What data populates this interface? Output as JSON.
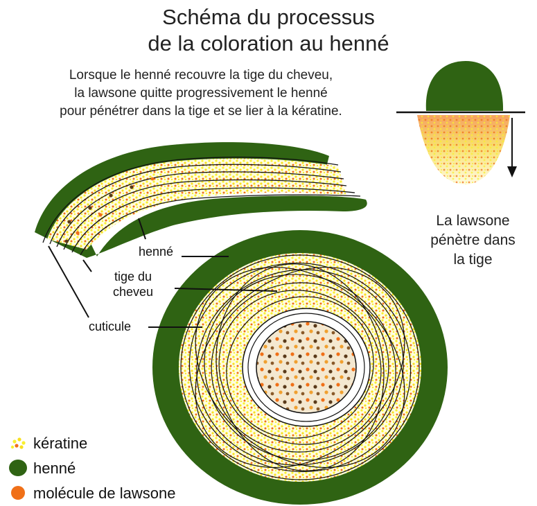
{
  "title": {
    "line1": "Schéma du processus",
    "line2": "de la coloration au henné"
  },
  "intro": {
    "line1": "Lorsque le henné recouvre la tige du cheveu,",
    "line2": "la lawsone quitte progressivement le henné",
    "line3": "pour pénétrer dans la tige et se lier à la kératine."
  },
  "side_note": {
    "line1": "La lawsone",
    "line2": "pénètre dans",
    "line3": "la tige"
  },
  "labels": {
    "henne": "henné",
    "tige_line1": "tige du",
    "tige_line2": "cheveu",
    "cuticule": "cuticule"
  },
  "legend": [
    {
      "label": "kératine",
      "swatch": "keratin-dots"
    },
    {
      "label": "henné",
      "swatch": "henna-blob"
    },
    {
      "label": "molécule de lawsone",
      "swatch": "lawsone-dot"
    }
  ],
  "colors": {
    "henna": "#2f6313",
    "keratin": "#f8f030",
    "lawsone": "#f07018",
    "dark_dot": "#5a3a1a",
    "core": "#f2e4c8"
  }
}
